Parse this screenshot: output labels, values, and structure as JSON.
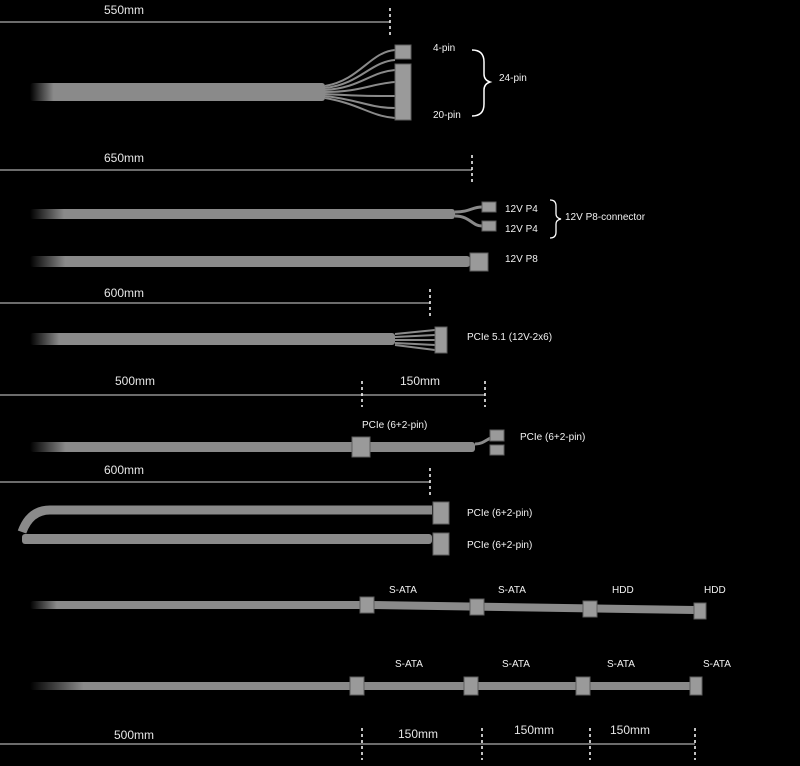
{
  "dimensions": {
    "atx": "550mm",
    "cpu": "650mm",
    "pcie5": "600mm",
    "pcie_daisy_main": "500mm",
    "pcie_daisy_ext": "150mm",
    "pcie_dual": "600mm",
    "sata_main": "500mm",
    "sata_ext1": "150mm",
    "sata_ext2": "150mm",
    "sata_ext3": "150mm"
  },
  "labels": {
    "pin4": "4-pin",
    "pin24": "24-pin",
    "pin20": "20-pin",
    "p4_a": "12V P4",
    "p4_b": "12V P4",
    "p8_connector": "12V P8-connector",
    "p8": "12V P8",
    "pcie51": "PCIe 5.1 (12V-2x6)",
    "pcie_mid": "PCIe (6+2-pin)",
    "pcie_end": "PCIe (6+2-pin)",
    "pcie_dual_a": "PCIe (6+2-pin)",
    "pcie_dual_b": "PCIe (6+2-pin)",
    "row1": [
      "S-ATA",
      "S-ATA",
      "HDD",
      "HDD"
    ],
    "row2": [
      "S-ATA",
      "S-ATA",
      "S-ATA",
      "S-ATA"
    ]
  },
  "colors": {
    "background": "#000000",
    "cable": "#8a8a8a",
    "cable_dark": "#5e5e5e",
    "text": "#ffffff",
    "dimension_line": "#d8d8d8"
  }
}
